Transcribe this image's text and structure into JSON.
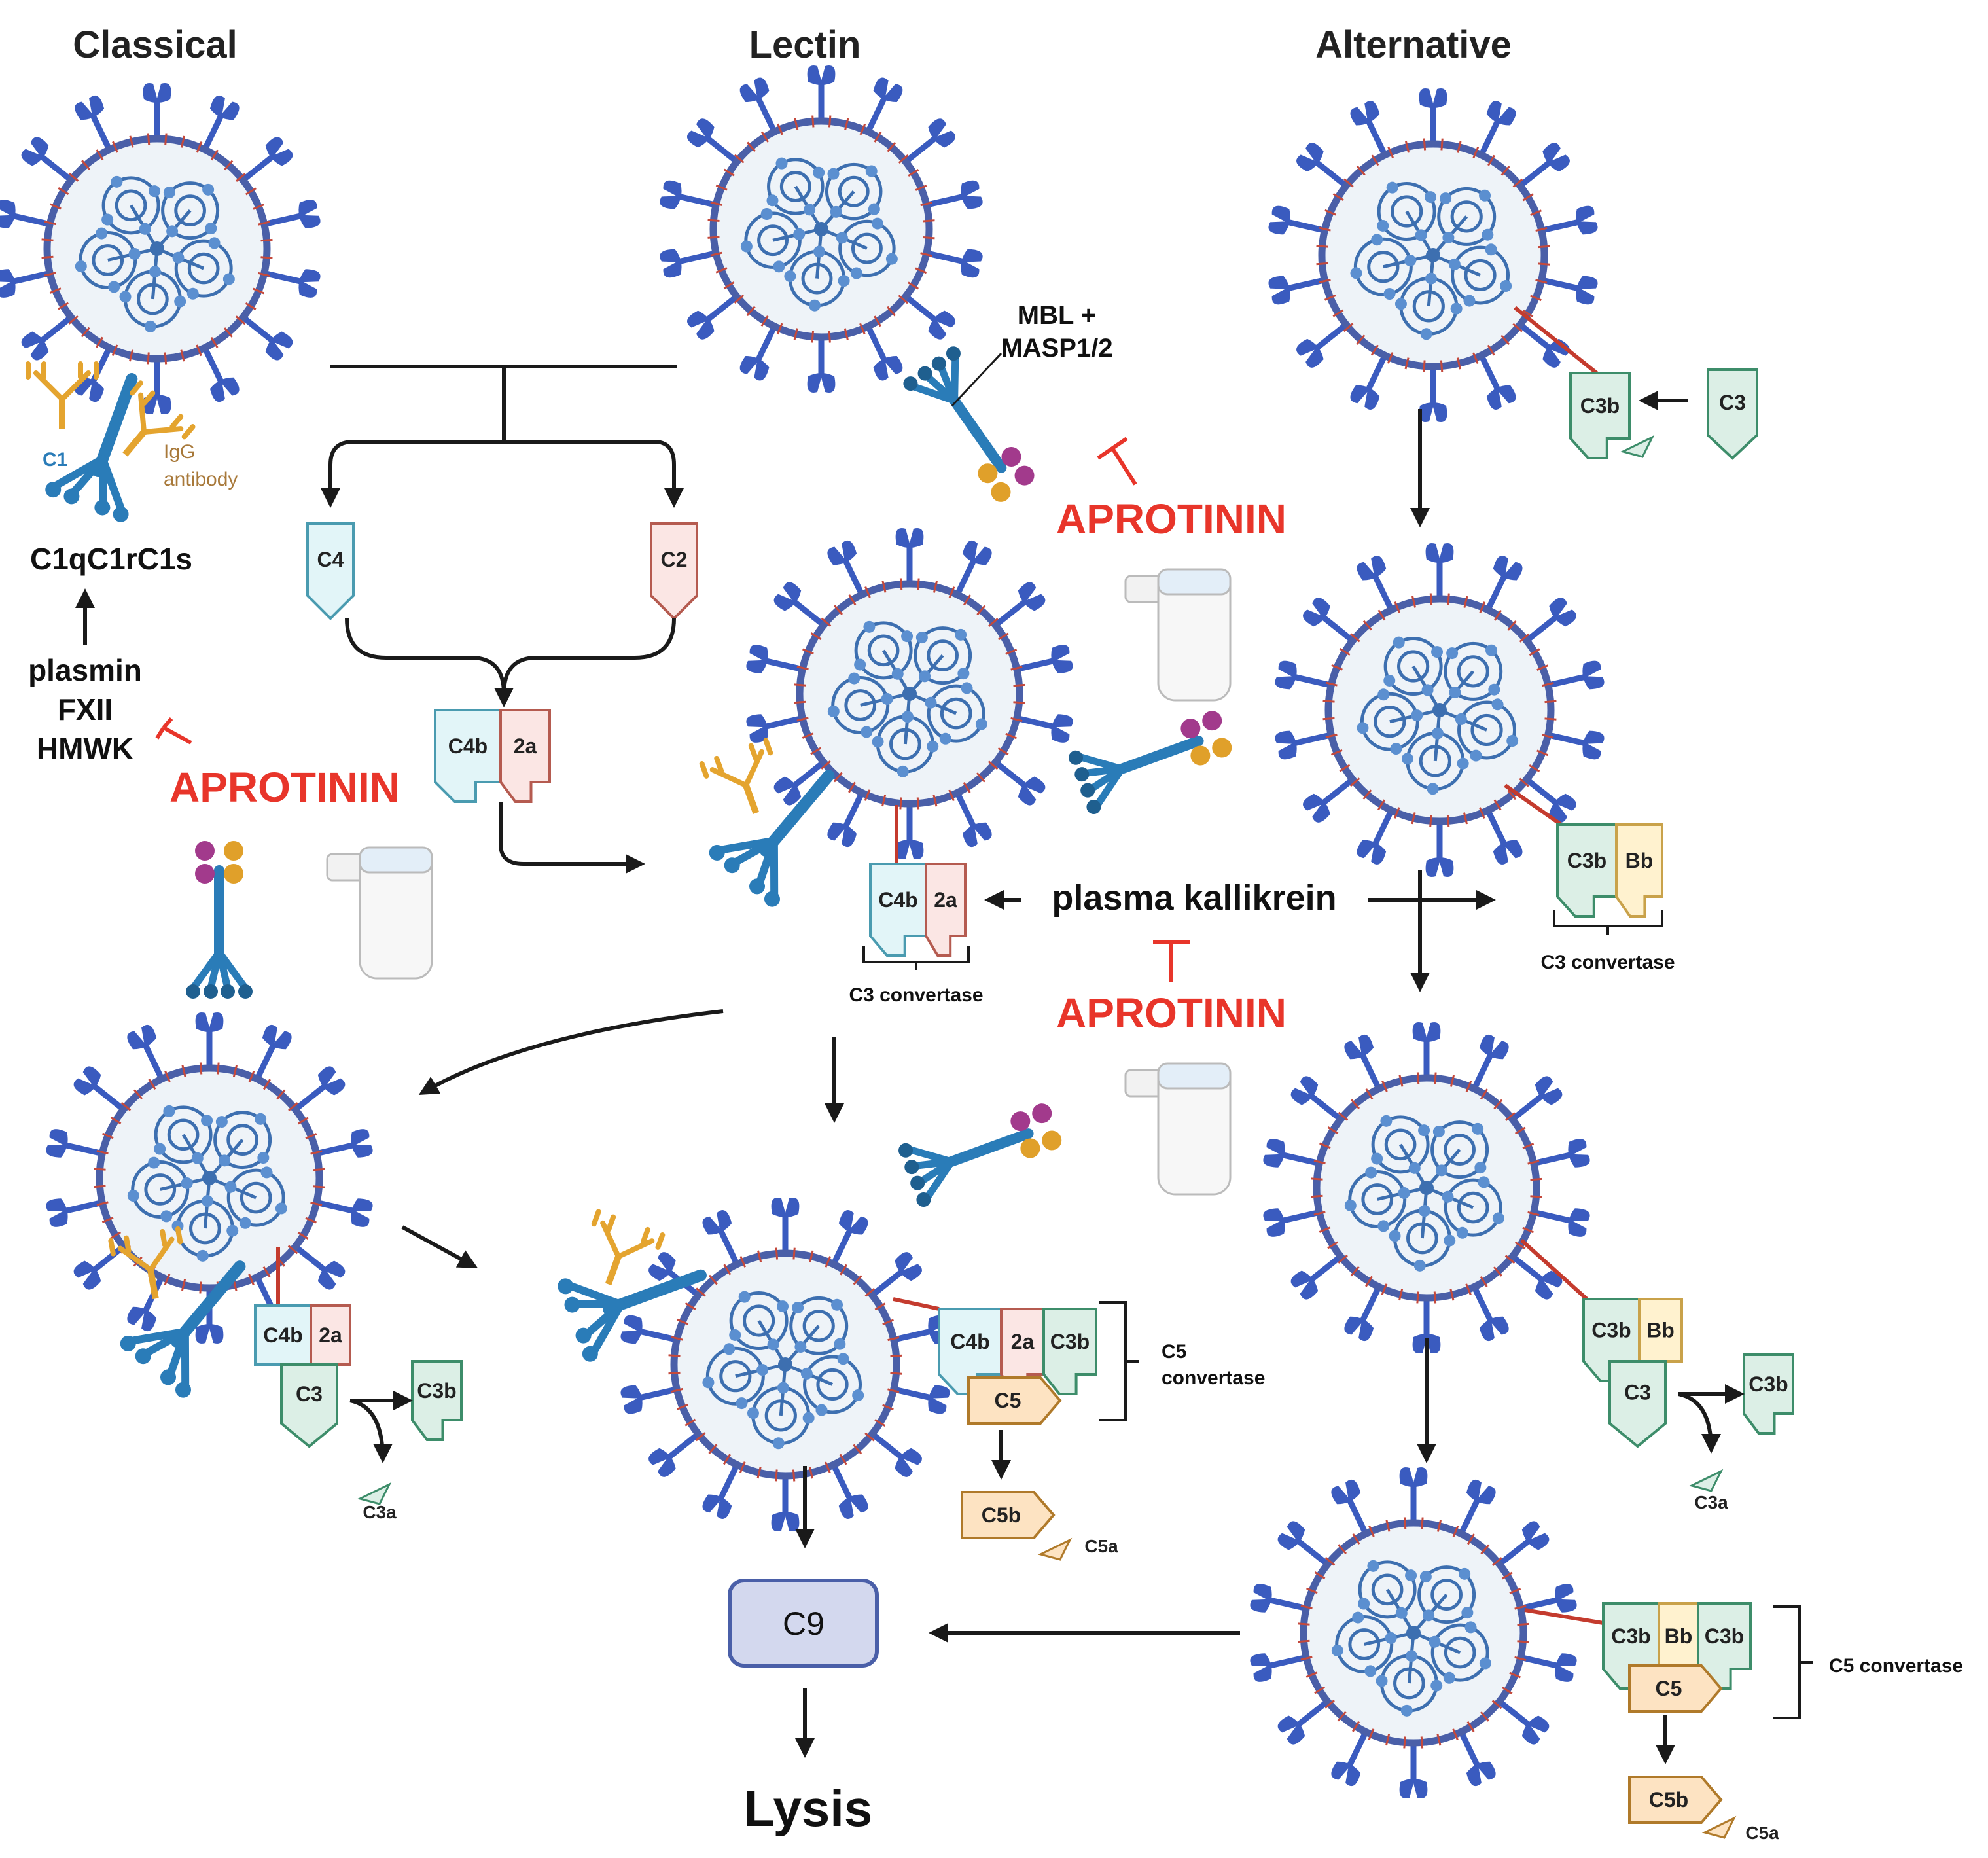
{
  "headers": {
    "classical": "Classical",
    "lectin": "Lectin",
    "alternative": "Alternative"
  },
  "labels": {
    "c1": "C1",
    "igg_line1": "IgG",
    "igg_line2": "antibody",
    "c1qc1rc1s": "C1qC1rC1s",
    "plasmin": "plasmin",
    "fxii": "FXII",
    "hmwk": "HMWK",
    "mbl_line1": "MBL +",
    "mbl_line2": "MASP1/2",
    "plasma_kallikrein": "plasma kallikrein",
    "c3_convertase": "C3 convertase",
    "c5_convertase_line1": "C5",
    "c5_convertase_line2": "convertase",
    "c5_convertase": "C5 convertase",
    "c9": "C9",
    "lysis": "Lysis"
  },
  "inhibitor": {
    "name": "APROTININ",
    "color": "#e8352a"
  },
  "blocks": {
    "c4": "C4",
    "c2": "C2",
    "c4b": "C4b",
    "c2a": "2a",
    "c3": "C3",
    "c3b": "C3b",
    "c3a": "C3a",
    "bb": "Bb",
    "c5": "C5",
    "c5b": "C5b",
    "c5a": "C5a"
  },
  "colors": {
    "virus_membrane": "#4a5fa8",
    "virus_spike": "#3a5bbf",
    "virus_fill": "#eef3f8",
    "rna": "#3d6fb0",
    "c4_fill": "#e2f5f8",
    "c2_fill": "#fbe6e4",
    "c3_fill": "#dcefe6",
    "bb_fill": "#fff2cf",
    "c5_fill": "#fde3c2",
    "c9_fill": "#d3d8ee",
    "antibody": "#e4a42f",
    "c1": "#2a7cb8"
  }
}
